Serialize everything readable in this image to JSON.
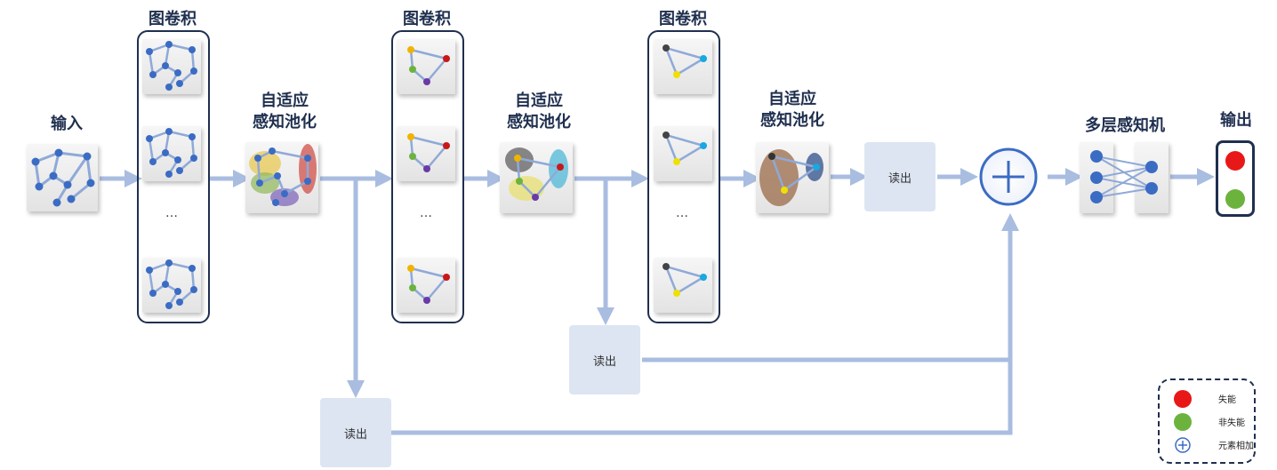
{
  "labels": {
    "input": "输入",
    "gcn1": "图卷积",
    "gcn2": "图卷积",
    "gcn3": "图卷积",
    "pool1_l1": "自适应",
    "pool1_l2": "感知池化",
    "pool2_l1": "自适应",
    "pool2_l2": "感知池化",
    "pool3_l1": "自适应",
    "pool3_l2": "感知池化",
    "mlp": "多层感知机",
    "output": "输出"
  },
  "readout": {
    "r1": "读出",
    "r2": "读出",
    "r3": "读出"
  },
  "ellipsis": "…",
  "legend": {
    "red_label": "失能",
    "green_label": "非失能",
    "plus_label": "元素相加"
  },
  "colors": {
    "edge": "#8fa9d8",
    "node": "#3b6cc4",
    "arrow": "#a9bde0",
    "frame": "#1f2f4f",
    "red": "#e81818",
    "green": "#6cb33e"
  }
}
